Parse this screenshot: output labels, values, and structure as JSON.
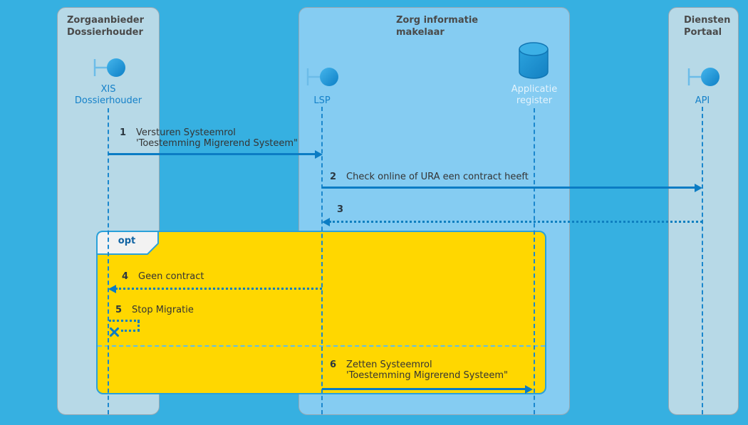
{
  "colors": {
    "background": "#36b0e1",
    "panel_gray_blue": "#b7d9e7",
    "panel_light_blue": "#85ccf2",
    "fragment_yellow": "#ffd700",
    "fragment_border_blue": "#2aa1da",
    "arrow_blue": "#0b7cc4",
    "lifeline_blue": "#1b87cd",
    "actor_label_blue": "#1581c9",
    "header_gray": "#4a4a4a"
  },
  "panels": [
    {
      "title": "Zorgaanbieder\nDossierhouder"
    },
    {
      "title": "Zorg informatie\nmakelaar"
    },
    {
      "title": "Diensten\nPortaal"
    }
  ],
  "actors": [
    {
      "label": "XIS\nDossierhouder",
      "type": "boundary"
    },
    {
      "label": "LSP",
      "type": "boundary"
    },
    {
      "label": "Applicatie\nregister",
      "type": "database"
    },
    {
      "label": "API",
      "type": "boundary"
    }
  ],
  "fragment": {
    "label": "opt"
  },
  "messages": [
    {
      "num": "1",
      "text": "Versturen Systeemrol\n'Toestemming Migrerend Systeem\"",
      "kind": "solid"
    },
    {
      "num": "2",
      "text": "Check online of URA een contract heeft",
      "kind": "solid"
    },
    {
      "num": "3",
      "text": "",
      "kind": "dotted-return"
    },
    {
      "num": "4",
      "text": "Geen contract",
      "kind": "dotted-return"
    },
    {
      "num": "5",
      "text": "Stop Migratie",
      "kind": "self-lost"
    },
    {
      "num": "6",
      "text": "Zetten Systeemrol\n'Toestemming Migrerend Systeem\"",
      "kind": "solid"
    }
  ]
}
